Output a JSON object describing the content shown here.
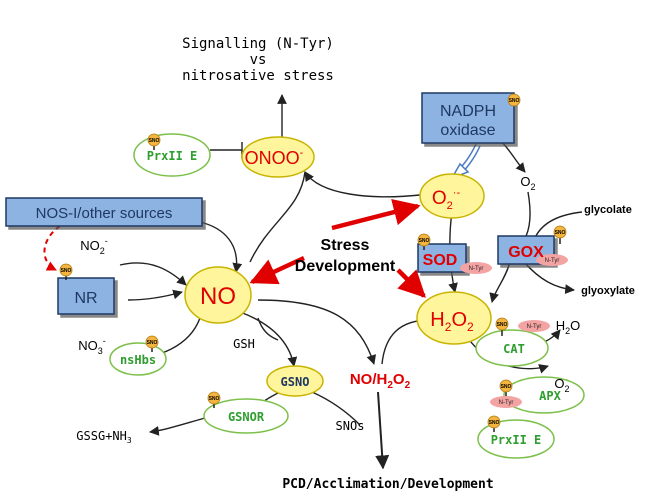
{
  "title_top": {
    "line1": "Signalling (N-Tyr)",
    "line2": "vs",
    "line3": "nitrosative stress"
  },
  "nodes": {
    "onoo": "ONOO",
    "onoo_sup": "-",
    "prxii_top": "PrxII E",
    "nadph_line1": "NADPH",
    "nadph_line2": "oxidase",
    "o2_label": "O",
    "o2_sub": "2",
    "superoxide": "O",
    "superoxide_sub": "2",
    "superoxide_sup": "·-",
    "nos": "NOS-I/other sources",
    "no2": "NO",
    "no2_sub": "2",
    "no2_sup": "-",
    "nr": "NR",
    "no": "NO",
    "no3": "NO",
    "no3_sub": "3",
    "no3_sup": "-",
    "nshbs": "nsHbs",
    "gsh": "GSH",
    "gsno": "GSNO",
    "gsnor": "GSNOR",
    "gssg": "GSSG+NH",
    "gssg_sub": "3",
    "snos": "SNOs",
    "no_h2o2": "NO/H",
    "no_h2o2_sub1": "2",
    "no_h2o2_mid": "O",
    "no_h2o2_sub2": "2",
    "stress_line1": "Stress",
    "stress_line2": "Development",
    "sod": "SOD",
    "gox": "GOX",
    "glycolate": "glycolate",
    "glyoxylate": "glyoxylate",
    "h2o2": "H",
    "h2o2_sub1": "2",
    "h2o2_mid": "O",
    "h2o2_sub2": "2",
    "h2o": "H",
    "h2o_sub": "2",
    "h2o_end": "O",
    "o2_bottom": "O",
    "o2_bottom_sub": "2",
    "cat": "CAT",
    "apx": "APX",
    "prxii_bottom": "PrxII E",
    "pcd": "PCD/Acclimation/Development"
  },
  "badges": {
    "sno": "SNO",
    "ntyr": "N-Tyr"
  },
  "colors": {
    "yellow_fill": "#fff59d",
    "yellow_stroke": "#c8b400",
    "green_stroke": "#7cc04a",
    "green_text": "#2e9e2e",
    "blue_fill": "#8db3e2",
    "blue_stroke": "#1f3864",
    "red": "#e00000",
    "pink": "#f4a3a3"
  }
}
